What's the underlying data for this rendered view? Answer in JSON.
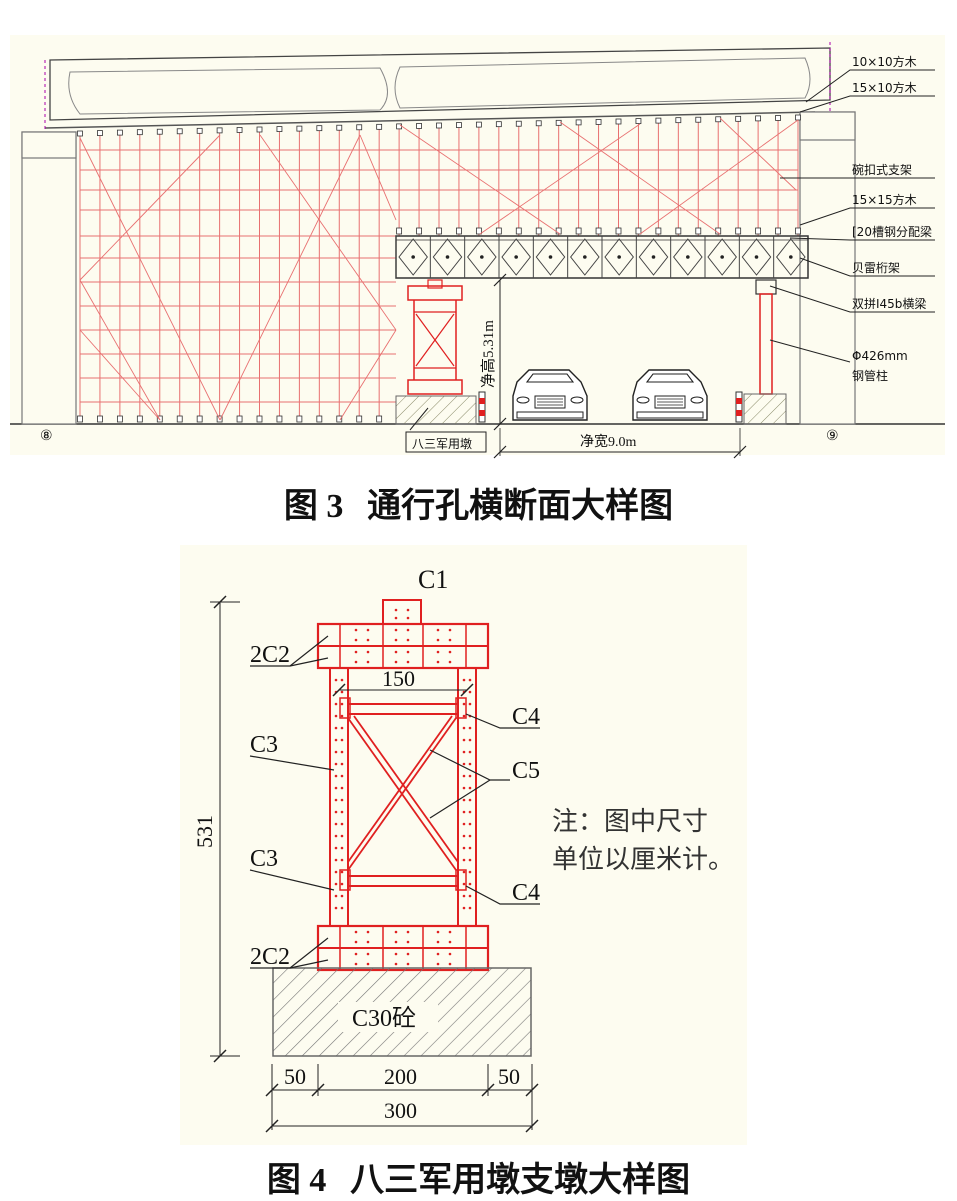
{
  "figure3": {
    "caption_num": "图 3",
    "caption_text": "通行孔横断面大样图",
    "labels": {
      "wood_10x10": "10×10方木",
      "wood_15x10": "15×10方木",
      "bowl_scaffold": "碗扣式支架",
      "wood_15x15": "15×15方木",
      "channel_beam": "[20槽钢分配梁",
      "bailey_truss": "贝雷桁架",
      "double_i_beam": "双拼I45b横梁",
      "pipe_dia": "Φ426mm",
      "pipe_col": "钢管柱",
      "pier_type": "八三军用墩",
      "clear_height": "净高5.31m",
      "clear_width": "净宽9.0m",
      "axis_left": "⑧",
      "axis_right": "⑨"
    }
  },
  "figure4": {
    "caption_num": "图 4",
    "caption_text": "八三军用墩支墩大样图",
    "labels": {
      "c1": "C1",
      "c2_top": "2C2",
      "c2_bottom": "2C2",
      "c3_top": "C3",
      "c3_bottom": "C3",
      "c4_top": "C4",
      "c4_bottom": "C4",
      "c5": "C5",
      "concrete": "C30砼",
      "dim_150": "150",
      "dim_531": "531",
      "dim_50_left": "50",
      "dim_200": "200",
      "dim_50_right": "50",
      "dim_300": "300"
    },
    "note": {
      "line1": "注：图中尺寸",
      "line2": "单位以厘米计。"
    }
  },
  "colors": {
    "structure_red": "#e02020",
    "grid_red": "#e87070",
    "paper": "#fdfcf0",
    "ink": "#111111",
    "dim_blue": "#2030a0",
    "pier_gray": "#eeeedd"
  }
}
